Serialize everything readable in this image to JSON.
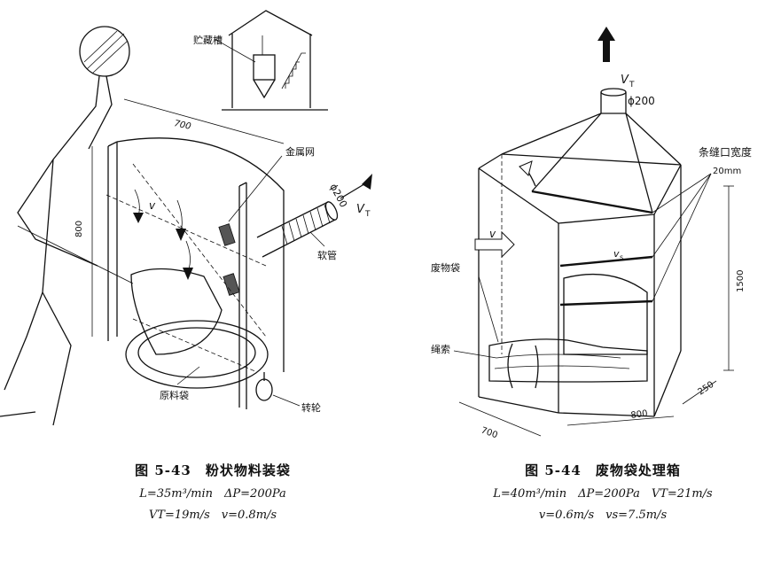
{
  "figure_left": {
    "labels": {
      "storage_tank": "贮藏槽",
      "metal_mesh": "金属网",
      "diameter": "ϕ200",
      "vt": "V",
      "vt_sub": "T",
      "hose": "软管",
      "raw_bag": "原料袋",
      "caster": "转轮",
      "dim_width": "700",
      "dim_height": "800",
      "v": "v"
    },
    "caption": {
      "title": "图 5-43　粉状物料装袋",
      "line1": "L=35m³/min　ΔP=200Pa",
      "line2": "VT=19m/s　v=0.8m/s"
    }
  },
  "figure_right": {
    "labels": {
      "vt": "V",
      "vt_sub": "T",
      "diameter": "ϕ200",
      "slot_width": "条缝口宽度",
      "slot_value": "20mm",
      "waste_bag": "废物袋",
      "rope": "绳索",
      "v": "v",
      "vs": "v",
      "vs_sub": "s",
      "dim_height": "1500",
      "dim_width": "700",
      "dim_depth": "800",
      "dim_side": "250"
    },
    "caption": {
      "title": "图 5-44　废物袋处理箱",
      "line1": "L=40m³/min　ΔP=200Pa　VT=21m/s",
      "line2": "v=0.6m/s　vs=7.5m/s"
    }
  }
}
